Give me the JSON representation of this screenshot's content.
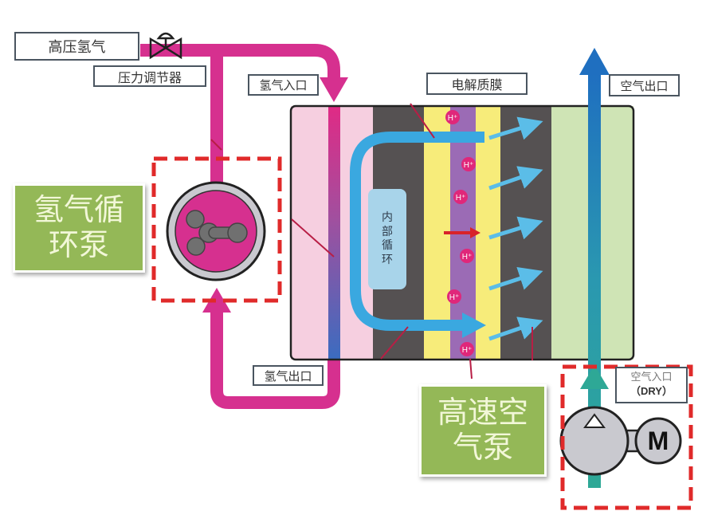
{
  "labels": {
    "high_pressure_h2": "高压氢气",
    "pressure_regulator": "压力调节器",
    "h2_inlet": "氢气入口",
    "h2_outlet": "氢气出口",
    "electrolyte_membrane": "电解质膜",
    "air_outlet": "空气出口",
    "air_inlet_line1": "空气入口",
    "air_inlet_line2": "（DRY）",
    "internal_circulation": [
      "内",
      "部",
      "循",
      "环"
    ],
    "h2_recirc_pump": [
      "氢气循",
      "环泵"
    ],
    "high_speed_air_pump": [
      "高速空",
      "气泵"
    ],
    "proton": "H⁺",
    "motor": "M"
  },
  "colors": {
    "h2_pipe": "#d6308f",
    "anode_side": "#f6cfe0",
    "gas_diffusion": "#555152",
    "catalyst": "#f7ec7a",
    "membrane": "#9b6bb5",
    "cathode_side": "#cfe4b5",
    "air_flow_top": "#1f6fc0",
    "air_flow_bottom": "#2ea896",
    "internal_loop": "#3aa8e0",
    "highlight_dash": "#e02a2a",
    "callout_green": "#94b857"
  }
}
